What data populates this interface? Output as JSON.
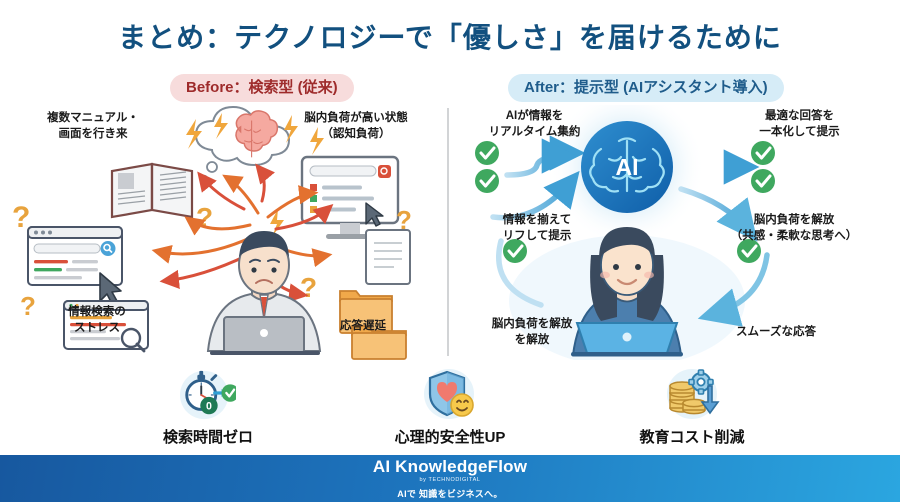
{
  "title": "まとめ：テクノロジーで「優しさ」を届けるために",
  "badges": {
    "before": "Before：検索型 (従来)",
    "after": "After：提示型 (AIアシスタント導入)"
  },
  "before_panel": {
    "labels": [
      "複数マニュアル・\n画面を行き来",
      "脳内負荷が高い状態\n（認知負荷）",
      "情報検索の\nストレス",
      "応答遅延"
    ],
    "icons": [
      "open-book-icon",
      "browser-window-icon",
      "document-search-icon",
      "monitor-search-icon",
      "folder-icon",
      "documents-icon",
      "brain-thought-icon",
      "stressed-person-icon",
      "question-mark-icon",
      "lightning-icon"
    ]
  },
  "after_panel": {
    "labels": [
      "AIが情報を\nリアルタイム集約",
      "最適な回答を\n一本化して提示",
      "情報を揃えて\nリフして提示",
      "脳内負荷を解放\n（共感・柔軟な思考へ）",
      "脳内負荷を解放\nを解放",
      "スムーズな応答"
    ],
    "ai_core_label": "AI",
    "icons": [
      "ai-brain-icon",
      "check-circle-icon",
      "smiling-person-laptop-icon",
      "arrow-flow-icon"
    ]
  },
  "benefits": [
    {
      "label": "検索時間ゼロ",
      "icon": "stopwatch-zero-icon",
      "badge_value": "0"
    },
    {
      "label": "心理的安全性UP",
      "icon": "shield-heart-smile-icon"
    },
    {
      "label": "教育コスト削減",
      "icon": "coins-gear-down-icon"
    }
  ],
  "footer": {
    "brand": "AI KnowledgeFlow",
    "by": "by TECHNODIGITAL",
    "tagline": "AIで 知識をビジネスへ。"
  },
  "colors": {
    "title": "#12507f",
    "before_badge_bg": "#f7dcdc",
    "before_badge_text": "#9e2b2b",
    "after_badge_bg": "#d6ecf7",
    "after_badge_text": "#1f5c8b",
    "arrow_before": "#e3712f",
    "arrow_after": "#3f9fd4",
    "check_green": "#3fa85f",
    "footer_start": "#17589f",
    "footer_end": "#2ba6e0"
  }
}
